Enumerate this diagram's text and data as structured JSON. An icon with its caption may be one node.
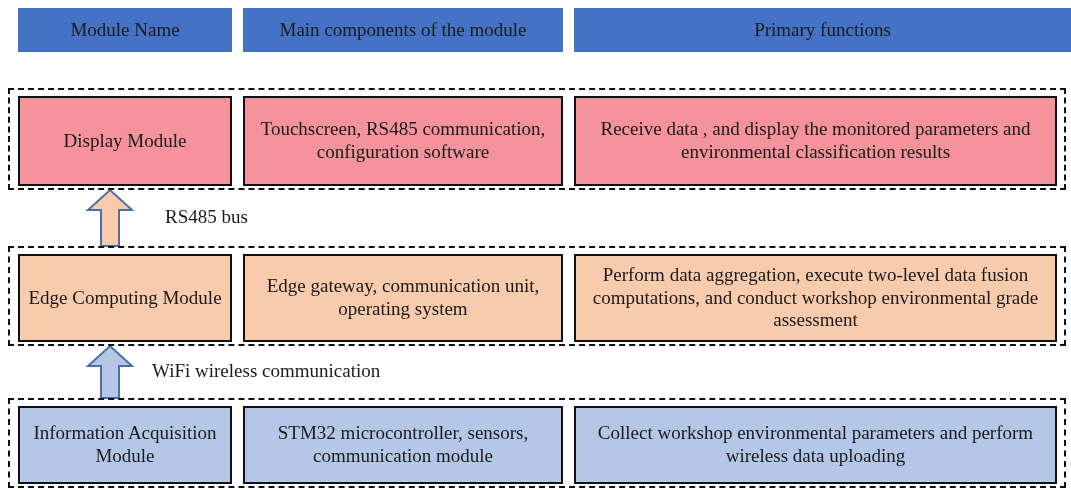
{
  "diagram": {
    "nodes": [
      {
        "text": [
          "Module Name"
        ]
      },
      {
        "text": [
          "Main components of the module"
        ]
      },
      {
        "text": [
          "Primary functions"
        ]
      },
      {
        "text": [],
        "shape": "box"
      },
      {
        "text": [
          "Display Module"
        ],
        "in": 3
      },
      {
        "text": [
          "Touchscreen, RS485 communication, configuration software"
        ],
        "in": 3
      },
      {
        "text": [
          "Receive data , and display the monitored parameters and environmental classification results"
        ],
        "in": 3
      },
      {
        "text": [],
        "shape": "box"
      },
      {
        "text": [
          "Edge Computing Module"
        ],
        "in": 7
      },
      {
        "text": [
          "Edge gateway, communication unit, operating system"
        ],
        "in": 7
      },
      {
        "text": [
          "Perform data aggregation, execute two-level data fusion computations, and conduct workshop environmental grade assessment"
        ],
        "in": 7
      },
      {
        "text": [],
        "shape": "box"
      },
      {
        "text": [
          "Information Acquisition Module"
        ],
        "in": 11
      },
      {
        "text": [
          "STM32 microcontroller, sensors, communication module"
        ],
        "in": 11
      },
      {
        "text": [
          "Collect workshop environmental parameters and perform wireless data uploading"
        ],
        "in": 11
      }
    ],
    "edges": [
      {
        "from": 7,
        "to": 3,
        "arrow": "to",
        "label": "RS485 bus",
        "style": "thick",
        "color": "#f8cbad"
      },
      {
        "from": 11,
        "to": 7,
        "arrow": "to",
        "label": "WiFi wireless communication",
        "style": "thick",
        "color": "#b4c7e7"
      }
    ]
  }
}
